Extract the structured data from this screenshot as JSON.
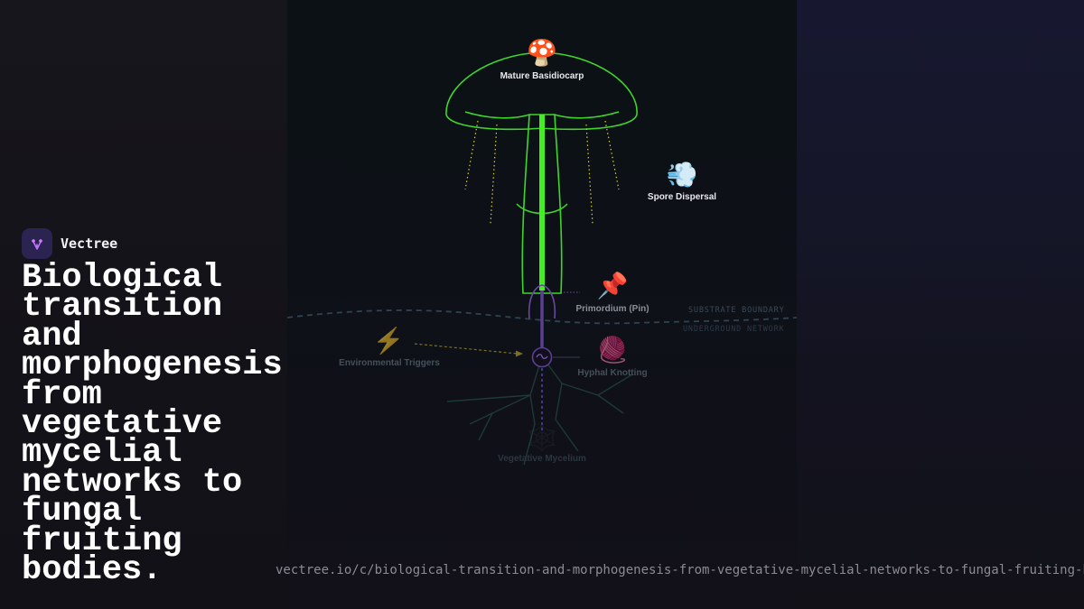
{
  "brand": {
    "name": "Vectree",
    "icon": "vectree-logo-icon",
    "accent": "#2b2350"
  },
  "headline": "Biological transition and morphogenesis from vegetative mycelial networks to fungal fruiting bodies.",
  "url": "vectree.io/c/biological-transition-and-morphogenesis-from-vegetative-mycelial-networks-to-fungal-fruiting-bodies",
  "diagram": {
    "nodes": {
      "basidiocarp": {
        "icon": "🍄",
        "label": "Mature Basidiocarp"
      },
      "spores": {
        "icon": "💨",
        "label": "Spore Dispersal"
      },
      "primordium": {
        "icon": "📌",
        "label": "Primordium (Pin)"
      },
      "triggers": {
        "icon": "⚡",
        "label": "Environmental Triggers"
      },
      "knotting": {
        "icon": "🧶",
        "label": "Hyphal Knotting"
      },
      "mycelium": {
        "icon": "🕸️",
        "label": "Vegetative Mycelium"
      }
    },
    "boundary": {
      "above": "SUBSTRATE BOUNDARY",
      "below": "UNDERGROUND NETWORK"
    },
    "colors": {
      "fruiting_body": "#3fd62a",
      "stem_core": "#44ee22",
      "spores": "#d8d02a",
      "pin": "#6a4aa0",
      "boundary": "#2f4450"
    }
  }
}
